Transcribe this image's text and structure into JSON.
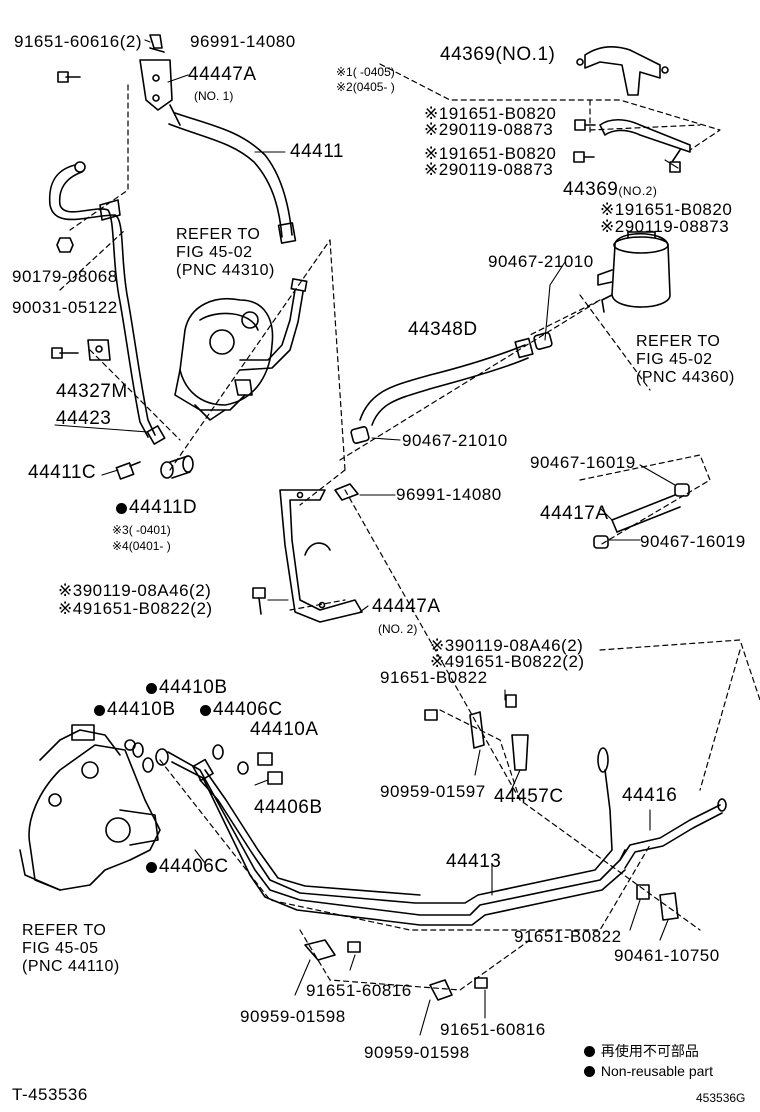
{
  "parts": {
    "p91651_60616": "91651-60616(2)",
    "p96991_14080_top": "96991-14080",
    "p44447A": "44447A",
    "p44447A_no1": "(NO. 1)",
    "p44411": "44411",
    "refer_45_02_a": [
      "REFER TO",
      "FIG 45-02",
      "(PNC 44310)"
    ],
    "p90179_08068": "90179-08068",
    "p90031_05122": "90031-05122",
    "p44327M": "44327M",
    "p44423": "44423",
    "p44411C": "44411C",
    "p44411D": "44411D",
    "note3": "※3(      -0401)",
    "note4": "※4(0401-        )",
    "p90119_08A46_left": "※390119-08A46(2)",
    "p91651_B0822_left": "※491651-B0822(2)",
    "p44447A_no2_pn": "44447A",
    "p44447A_no2": "(NO. 2)",
    "p96991_14080_mid": "96991-14080",
    "p44369_no1": "44369(NO.1)",
    "note1": "※1(      -0405)",
    "note2": "※2(0405-        )",
    "p91651_B0820_a": "※191651-B0820",
    "p90119_08873_a": "※290119-08873",
    "p91651_B0820_b": "※191651-B0820",
    "p90119_08873_b": "※290119-08873",
    "p44369_no2": "44369",
    "p44369_no2_tag": "(NO.2)",
    "p91651_B0820_c": "※191651-B0820",
    "p90119_08873_c": "※290119-08873",
    "p90467_21010_a": "90467-21010",
    "refer_45_02_b": [
      "REFER TO",
      "FIG 45-02",
      "(PNC 44360)"
    ],
    "p44348D": "44348D",
    "p90467_21010_b": "90467-21010",
    "p90467_16019_a": "90467-16019",
    "p44417A": "44417A",
    "p90467_16019_b": "90467-16019",
    "p90119_08A46_right": "※390119-08A46(2)",
    "p91651_B0822_right": "※491651-B0822(2)",
    "p91651_B0822_mid": "91651-B0822",
    "p44410B_a": "44410B",
    "p44410B_b": "44410B",
    "p44406C_a": "44406C",
    "p44410A": "44410A",
    "p44406B": "44406B",
    "p44406C_b": "44406C",
    "p90959_01597": "90959-01597",
    "p44457C": "44457C",
    "p44416": "44416",
    "p44413": "44413",
    "refer_45_05": [
      "REFER TO",
      "FIG 45-05",
      "(PNC 44110)"
    ],
    "p91651_B0822_low": "91651-B0822",
    "p90461_10750": "90461-10750",
    "p91651_60816_a": "91651-60816",
    "p90959_01598_a": "90959-01598",
    "p91651_60816_b": "91651-60816",
    "p90959_01598_b": "90959-01598"
  },
  "legend": {
    "jp": "再使用不可部品",
    "en": "Non-reusable part"
  },
  "footer": {
    "left": "T-453536",
    "right": "453536G"
  }
}
